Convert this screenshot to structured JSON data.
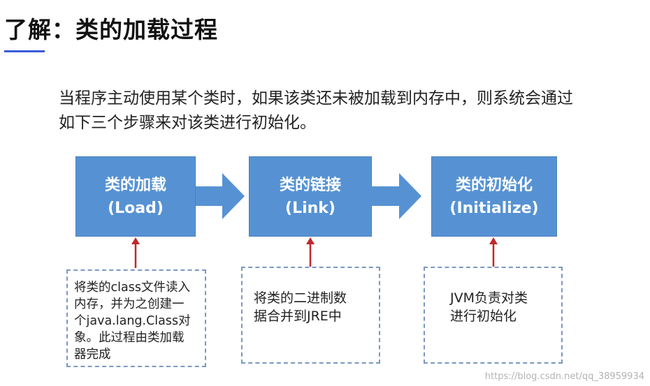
{
  "title": "了解：类的加载过程",
  "intro": {
    "line1": "当程序主动使用某个类时，如果该类还未被加载到内存中，则系统会通过",
    "line2": "如下三个步骤来对该类进行初始化。"
  },
  "stages": [
    {
      "name": "类的加载",
      "en": "(Load)"
    },
    {
      "name": "类的链接",
      "en": "(Link)"
    },
    {
      "name": "类的初始化",
      "en": "(Initialize)"
    }
  ],
  "notes": [
    {
      "lines": [
        "将类的class文件读入",
        "内存，并为之创建一",
        "个java.lang.Class对",
        "象。此过程由类加载",
        "器完成"
      ]
    },
    {
      "lines": [
        "将类的二进制数",
        "据合并到JRE中"
      ]
    },
    {
      "lines": [
        "JVM负责对类",
        "进行初始化"
      ]
    }
  ],
  "watermark": "https://blog.csdn.net/qq_38959934",
  "colors": {
    "stage_fill": "#5692d3",
    "flow_arrow": "#5692d3",
    "up_arrow": "#c0282a",
    "note_border": "#7a98c4",
    "title_underline": "#3a5bd8"
  }
}
